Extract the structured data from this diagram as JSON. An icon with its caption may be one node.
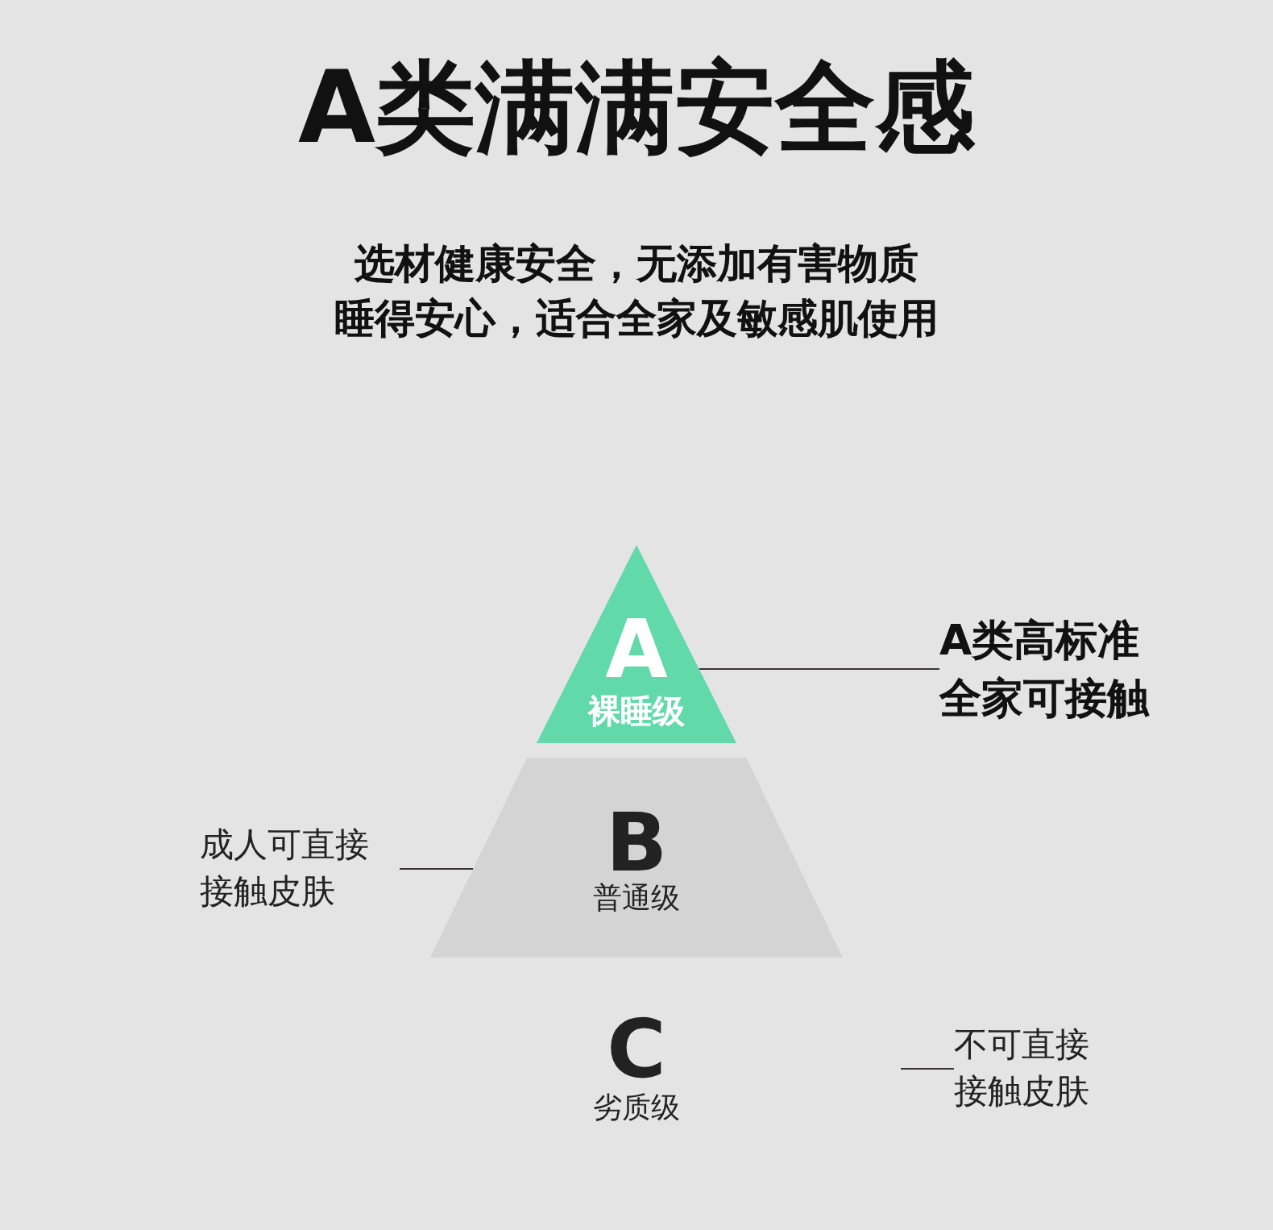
{
  "diagram": {
    "title": "A类满满安全感",
    "nodes": [
      {
        "text": [
          "A",
          "裸睡级"
        ]
      },
      {
        "text": [
          "B",
          "普通级"
        ]
      },
      {
        "text": [
          "C",
          "劣质级"
        ]
      },
      {
        "text": [
          "A类高标准全家可接触"
        ]
      },
      {
        "text": [
          "成人可直接接触皮肤"
        ]
      },
      {
        "text": [
          "不可直接接触皮肤"
        ]
      }
    ],
    "edges": [
      {
        "from": 3,
        "to": 0,
        "arrow": "none"
      },
      {
        "from": 4,
        "to": 1,
        "arrow": "none"
      },
      {
        "from": 5,
        "to": null,
        "arrow": "none"
      }
    ],
    "labels": [
      "选材健康安全，无添加有害物质",
      "睡得安心，适合全家及敏感肌使用"
    ]
  }
}
